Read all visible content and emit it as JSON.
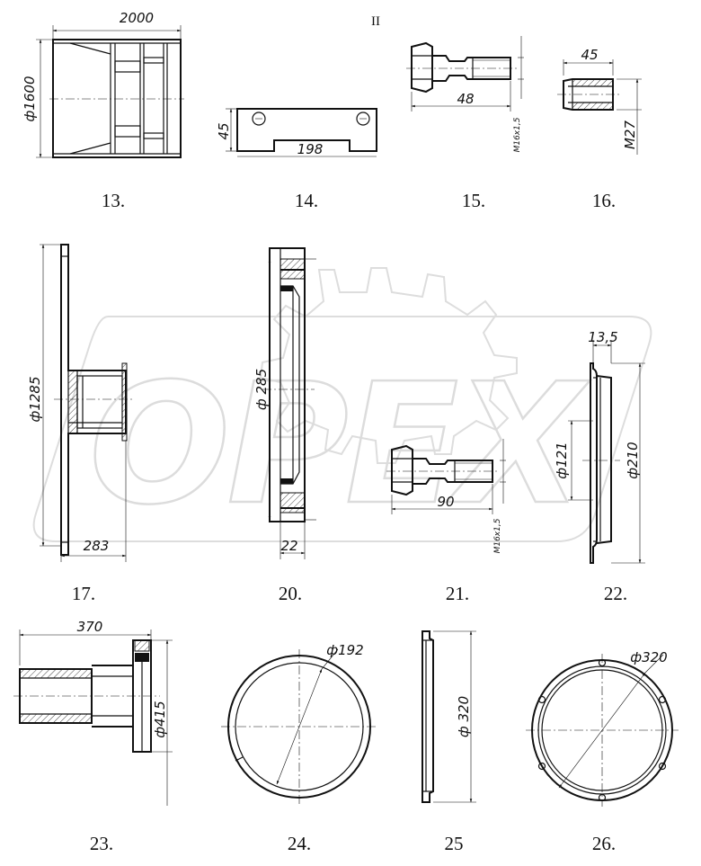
{
  "sheet": {
    "roman_numeral": "II"
  },
  "watermark": {
    "text": "OPEX"
  },
  "parts": [
    {
      "number": "13.",
      "dims": [
        "2000",
        "ф1600"
      ]
    },
    {
      "number": "14.",
      "dims": [
        "45",
        "198"
      ]
    },
    {
      "number": "15.",
      "dims": [
        "48",
        "M16x1,5"
      ]
    },
    {
      "number": "16.",
      "dims": [
        "45",
        "M27"
      ]
    },
    {
      "number": "17.",
      "dims": [
        "ф1285",
        "283"
      ]
    },
    {
      "number": "20.",
      "dims": [
        "ф 285",
        "22"
      ]
    },
    {
      "number": "21.",
      "dims": [
        "90",
        "M16x1,5"
      ]
    },
    {
      "number": "22.",
      "dims": [
        "13,5",
        "ф121",
        "ф210"
      ]
    },
    {
      "number": "23.",
      "dims": [
        "370",
        "ф415"
      ]
    },
    {
      "number": "24.",
      "dims": [
        "ф192"
      ]
    },
    {
      "number": "25",
      "dims": [
        "ф 320"
      ]
    },
    {
      "number": "26.",
      "dims": [
        "ф320"
      ]
    }
  ]
}
